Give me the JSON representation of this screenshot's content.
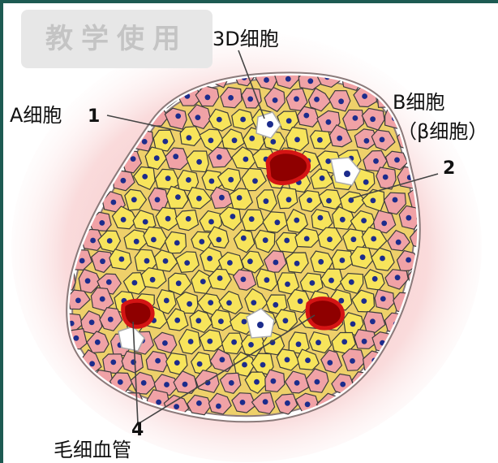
{
  "watermark": "教学使用",
  "labels": {
    "d_cell": "3D细胞",
    "a_cell": "A细胞",
    "a_num": "1",
    "b_cell": "B细胞",
    "b_cell_alt": "（β细胞）",
    "num2": "2",
    "num4": "4",
    "capillary": "毛细血管"
  },
  "colors": {
    "frame": "#1d5a52",
    "alpha_cell": "#f0a2a6",
    "beta_cell": "#f7e45b",
    "nucleus": "#1c2c8c",
    "capillary": "#8f0000",
    "halo": "#f7c9c8"
  }
}
